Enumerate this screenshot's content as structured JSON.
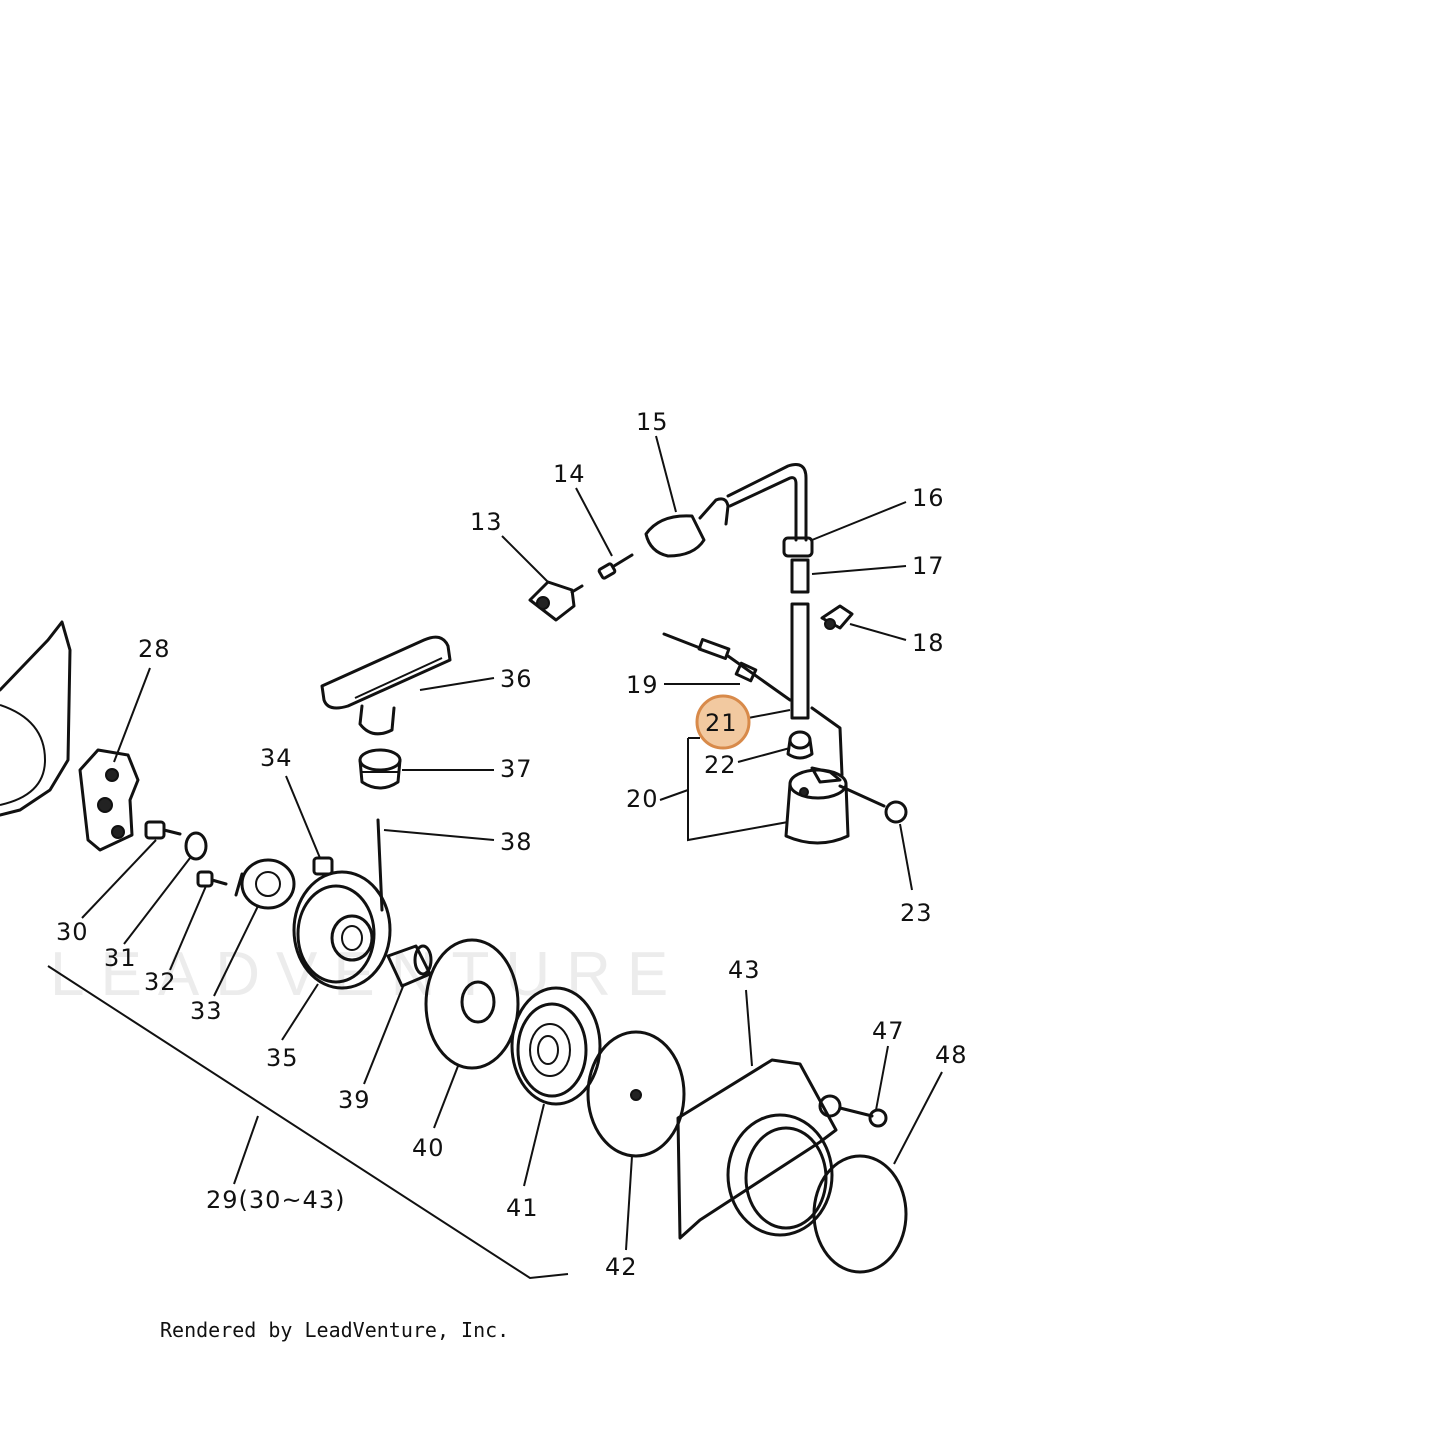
{
  "diagram": {
    "highlight_color": "#f2c9a0",
    "highlight_stroke": "#d88a4a",
    "watermark": "LEADVENTURE",
    "credit": "Rendered by LeadVenture, Inc.",
    "callouts": {
      "c13": "13",
      "c14": "14",
      "c15": "15",
      "c16": "16",
      "c17": "17",
      "c18": "18",
      "c19": "19",
      "c20": "20",
      "c21": "21",
      "c22": "22",
      "c23": "23",
      "c28": "28",
      "c29": "29(30~43)",
      "c30": "30",
      "c31": "31",
      "c32": "32",
      "c33": "33",
      "c34": "34",
      "c35": "35",
      "c36": "36",
      "c37": "37",
      "c38": "38",
      "c39": "39",
      "c40": "40",
      "c41": "41",
      "c42": "42",
      "c43": "43",
      "c47": "47",
      "c48": "48"
    }
  }
}
